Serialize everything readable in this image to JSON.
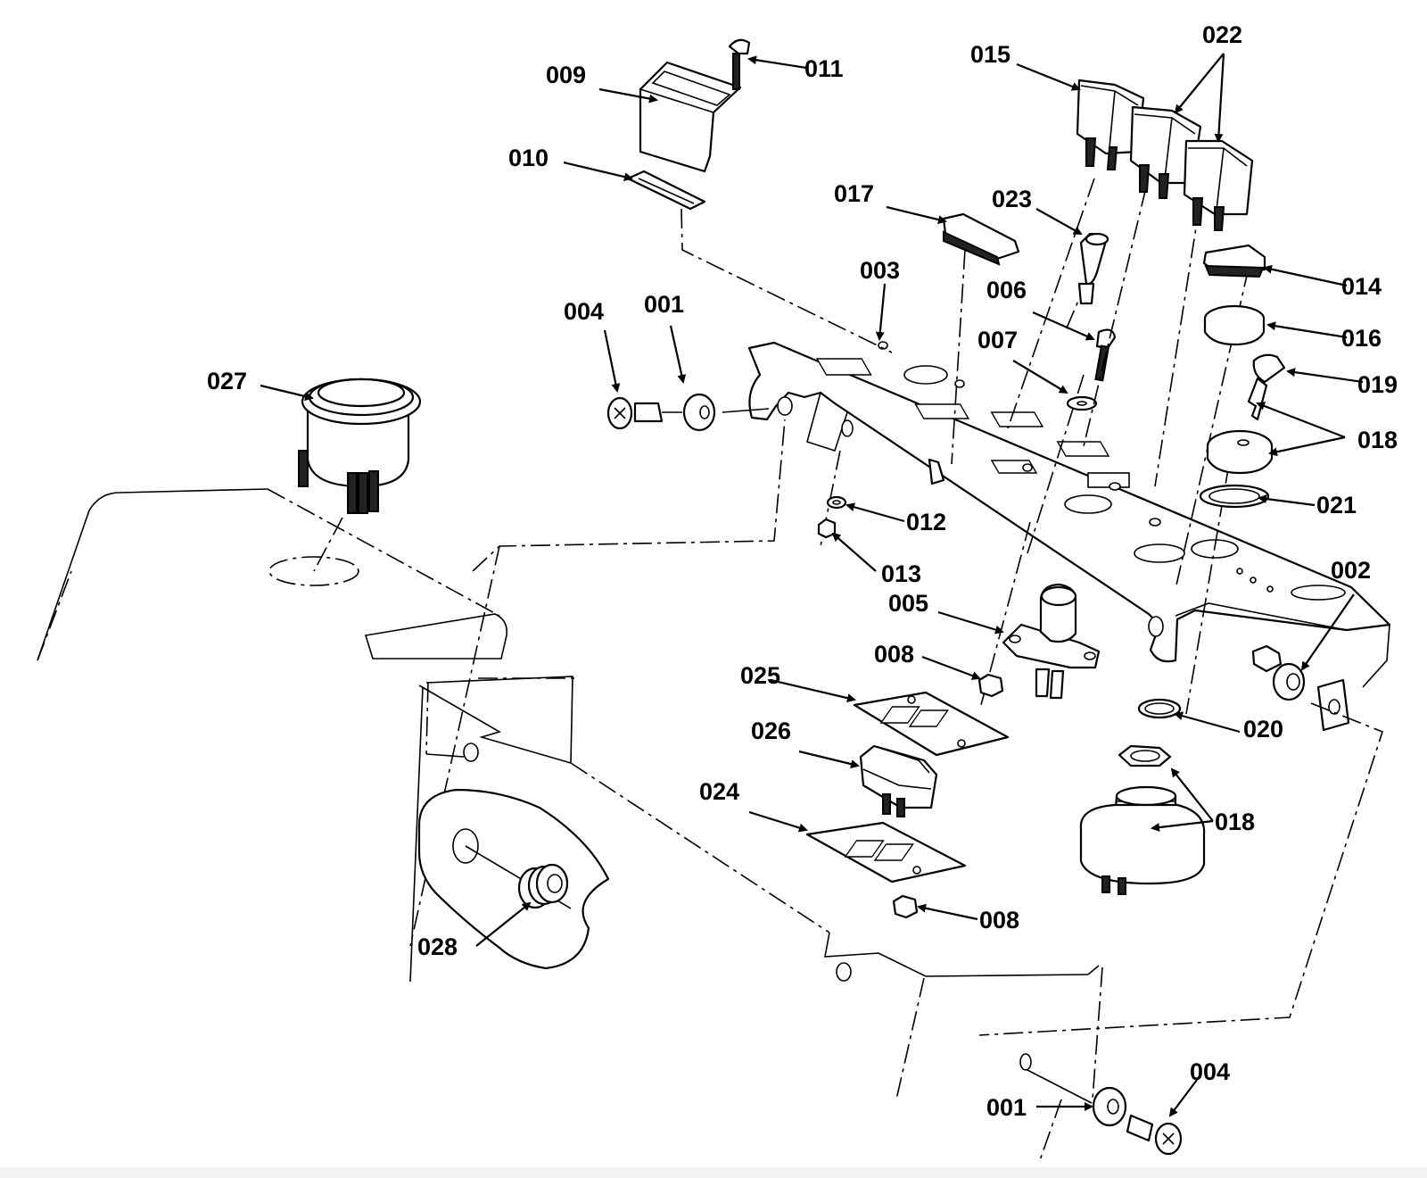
{
  "diagram": {
    "labels": {
      "p001a": "001",
      "p001b": "001",
      "p002": "002",
      "p003": "003",
      "p004a": "004",
      "p004b": "004",
      "p005": "005",
      "p006": "006",
      "p007": "007",
      "p008a": "008",
      "p008b": "008",
      "p009": "009",
      "p010": "010",
      "p011": "011",
      "p012": "012",
      "p013": "013",
      "p014": "014",
      "p015": "015",
      "p016": "016",
      "p017": "017",
      "p018a": "018",
      "p018b": "018",
      "p019": "019",
      "p020": "020",
      "p021": "021",
      "p022": "022",
      "p023": "023",
      "p024": "024",
      "p025": "025",
      "p026": "026",
      "p027": "027",
      "p028": "028"
    }
  }
}
